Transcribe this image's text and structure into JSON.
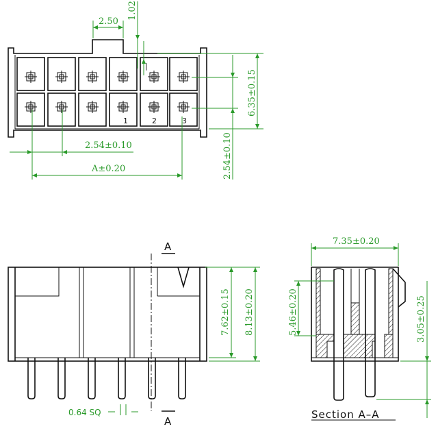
{
  "top_view": {
    "dim_pitch_top": "2.50",
    "dim_latch": "1.02",
    "dim_row_height": "6.35±0.15",
    "dim_pitch_bottom": "2.54±0.10",
    "dim_a": "A±0.20",
    "dim_side_pitch": "2.54±0.10",
    "pin_labels": [
      "3",
      "2",
      "1"
    ],
    "latch_mark": "|"
  },
  "front_view": {
    "section_label_top": "A",
    "section_label_bottom": "A",
    "dim_height_inner": "7.62±0.15",
    "dim_height_outer": "8.13±0.20",
    "dim_pin_sq": "0.64 SQ"
  },
  "section_view": {
    "dim_width": "7.35±0.20",
    "dim_upper": "5.46±0.20",
    "dim_lower": "3.05±0.25",
    "title": "Section A–A"
  }
}
